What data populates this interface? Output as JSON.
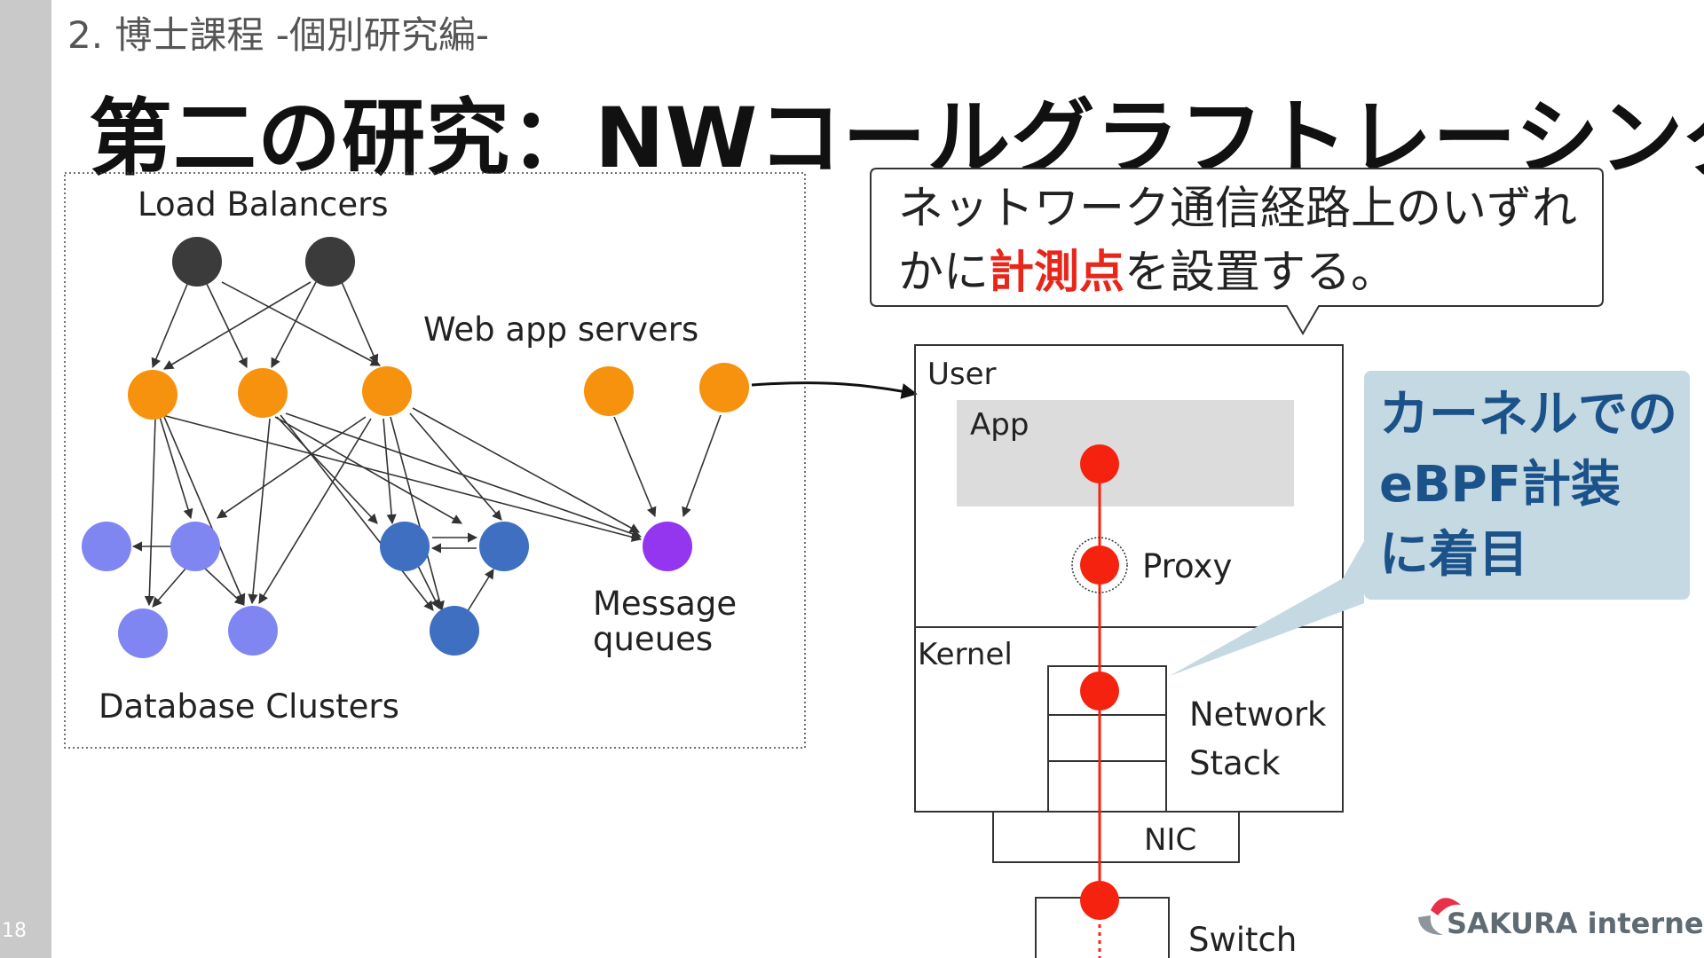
{
  "header": {
    "subtitle": "2. 博士課程 -個別研究編-",
    "title": "第二の研究：NWコールグラフトレーシング",
    "page_number": "18"
  },
  "left_diagram": {
    "load_balancers_label": "Load Balancers",
    "web_app_servers_label": "Web app servers",
    "database_clusters_label": "Database Clusters",
    "message_queues_label_line1": "Message",
    "message_queues_label_line2": "queues"
  },
  "callout": {
    "line1": "ネットワーク通信経路上のいずれ",
    "line2_prefix": "かに",
    "line2_highlight": "計測点",
    "line2_suffix": "を設置する。"
  },
  "stack_diagram": {
    "user_label": "User",
    "app_label": "App",
    "proxy_label": "Proxy",
    "kernel_label": "Kernel",
    "network_label": "Network",
    "stack_label": "Stack",
    "nic_label": "NIC",
    "switch_label": "Switch"
  },
  "note": {
    "line1": "カーネルでの",
    "line2": "eBPF計装",
    "line3": "に着目"
  },
  "logo": {
    "text": "SAKURA internet"
  },
  "colors": {
    "load_balancer": "#3b3b3b",
    "web_app_server": "#f7920e",
    "db_light": "#7f86f2",
    "db_dark": "#3e6fc1",
    "message_queue": "#9436f0",
    "measurement_point": "#f5220f",
    "highlight": "#e8261a",
    "note_text": "#1b5289",
    "note_bg": "#c5d9e3"
  }
}
